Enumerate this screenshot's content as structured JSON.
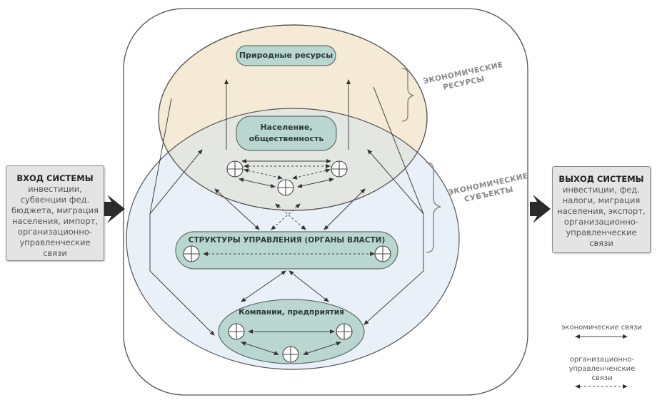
{
  "input_box": {
    "title": "ВХОД СИСТЕМЫ",
    "body": "инвестиции, субвенции фед. бюджета, миграция населения, импорт, организационно-управленческие связи"
  },
  "output_box": {
    "title": "ВЫХОД СИСТЕМЫ",
    "body": "инвестиции, фед. налоги, миграция населения, экспорт, организационно-управленческие связи"
  },
  "nodes": {
    "natural_resources": "Природные ресурсы",
    "population": "Население, общественность",
    "government": "СТРУКТУРЫ УПРАВЛЕНИЯ (ОРГАНЫ ВЛАСТИ)",
    "companies": "Компании, предприятия"
  },
  "side_labels": {
    "economic_resources": "ЭКОНОМИЧЕСКИЕ РЕСУРСЫ",
    "economic_subjects": "ЭКОНОМИЧЕСКИЕ СУБЪЕКТЫ"
  },
  "legend": {
    "economic_links": "экономические связи",
    "org_links": "организационно-управленченские связи"
  },
  "colors": {
    "resources_ellipse": "#f4ead6",
    "subjects_ellipse": "#eaf0f8",
    "overlap": "#e4e6e2",
    "node_fill": "#b9d6d0",
    "node_stroke": "#5f6f6b",
    "io_box": "#e4e4e4"
  }
}
